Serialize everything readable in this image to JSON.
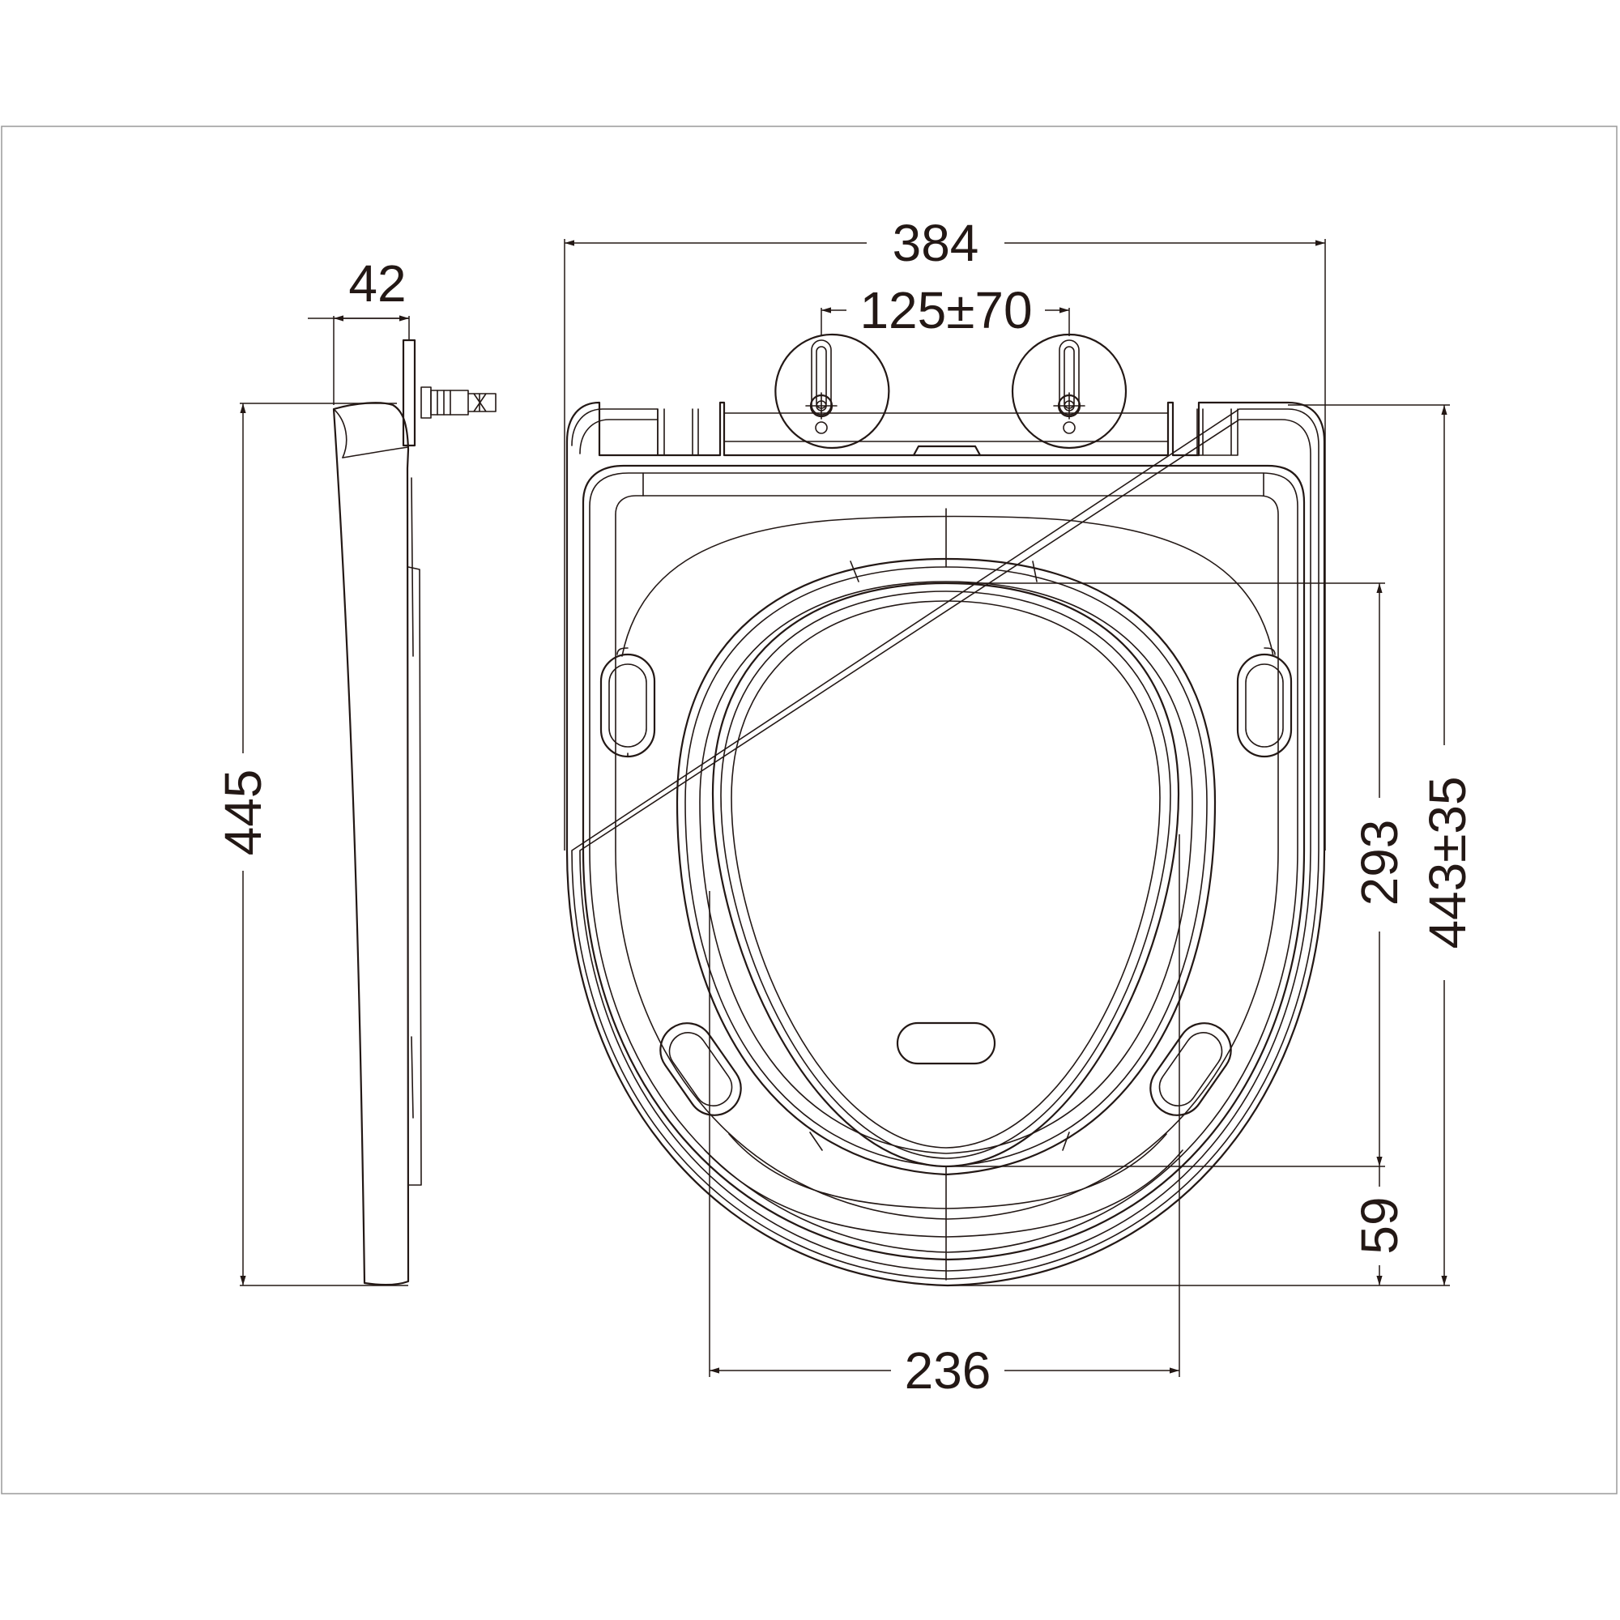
{
  "dimensions": {
    "side_width": "42",
    "side_height": "445",
    "overall_width": "384",
    "hinge_spacing": "125±70",
    "inner_height": "293",
    "overall_length": "443±35",
    "front_offset": "59",
    "opening_width": "236"
  }
}
